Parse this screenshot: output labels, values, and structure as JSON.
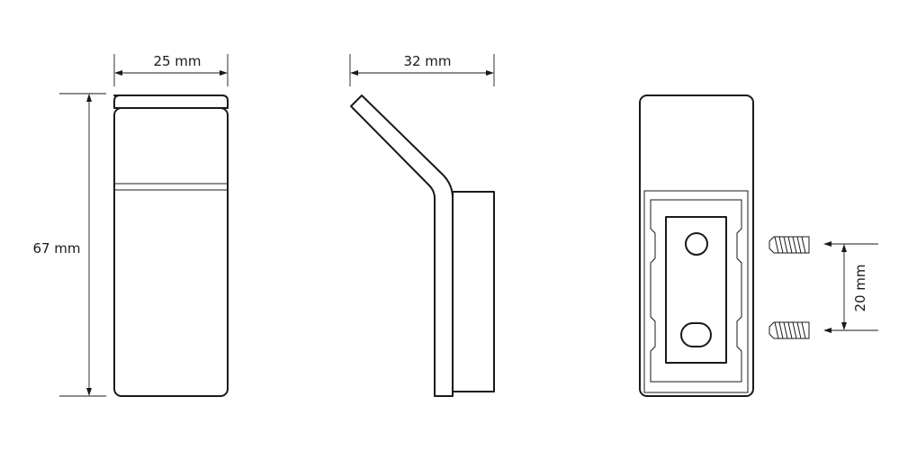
{
  "dimensions": {
    "front_width": "25 mm",
    "side_depth": "32 mm",
    "height": "67 mm",
    "screw_spacing": "20 mm"
  },
  "colors": {
    "line": "#1a1a1a",
    "background": "#ffffff"
  }
}
